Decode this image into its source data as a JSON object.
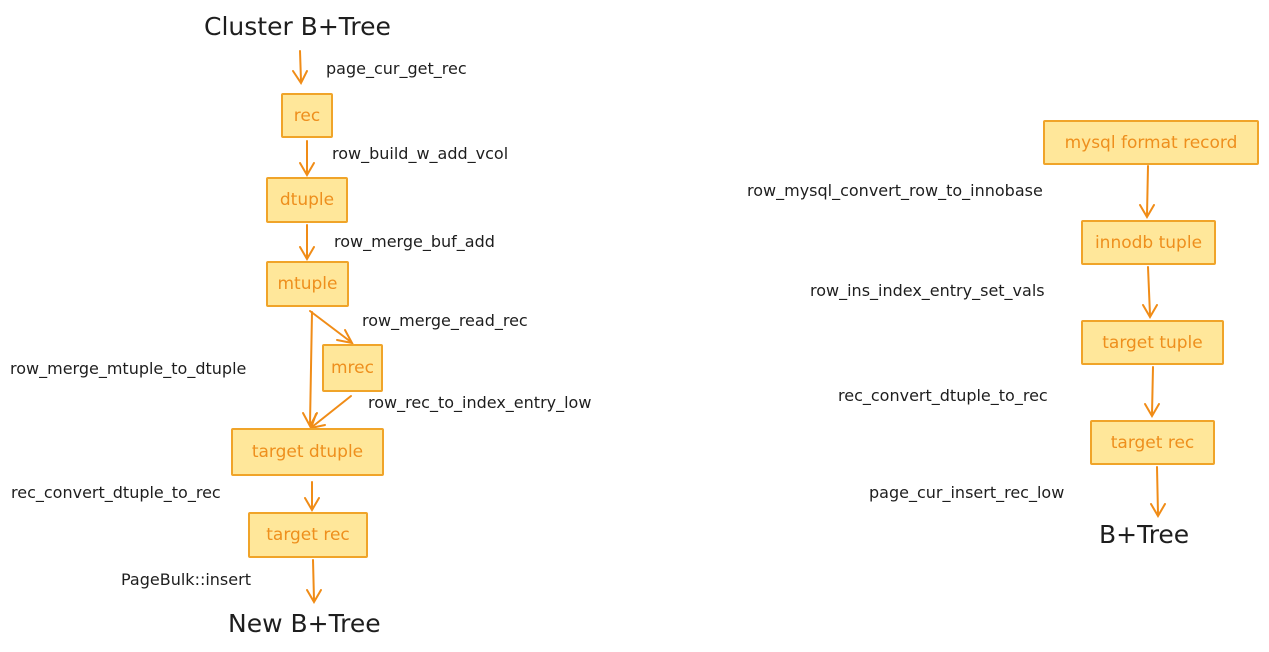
{
  "left": {
    "top_label": "Cluster B+Tree",
    "bottom_label": "New B+Tree",
    "nodes": {
      "rec": "rec",
      "dtuple": "dtuple",
      "mtuple": "mtuple",
      "mrec": "mrec",
      "target_dtuple": "target dtuple",
      "target_rec": "target rec"
    },
    "edges": {
      "page_cur_get_rec": "page_cur_get_rec",
      "row_build_w_add_vcol": "row_build_w_add_vcol",
      "row_merge_buf_add": "row_merge_buf_add",
      "row_merge_read_rec": "row_merge_read_rec",
      "row_merge_mtuple_to_dtuple": "row_merge_mtuple_to_dtuple",
      "row_rec_to_index_entry_low": "row_rec_to_index_entry_low",
      "rec_convert_dtuple_to_rec": "rec_convert_dtuple_to_rec",
      "pagebulk_insert": "PageBulk::insert"
    }
  },
  "right": {
    "bottom_label": "B+Tree",
    "nodes": {
      "mysql_format_record": "mysql format record",
      "innodb_tuple": "innodb tuple",
      "target_tuple": "target tuple",
      "target_rec": "target rec"
    },
    "edges": {
      "row_mysql_convert_row_to_innobase": "row_mysql_convert_row_to_innobase",
      "row_ins_index_entry_set_vals": "row_ins_index_entry_set_vals",
      "rec_convert_dtuple_to_rec": "rec_convert_dtuple_to_rec",
      "page_cur_insert_rec_low": "page_cur_insert_rec_low"
    }
  },
  "colors": {
    "node_fill": "#ffe79a",
    "node_border": "#f0a429",
    "node_text": "#ee8f1d",
    "arrow": "#f08c17",
    "label_text": "#1e1e1e"
  }
}
